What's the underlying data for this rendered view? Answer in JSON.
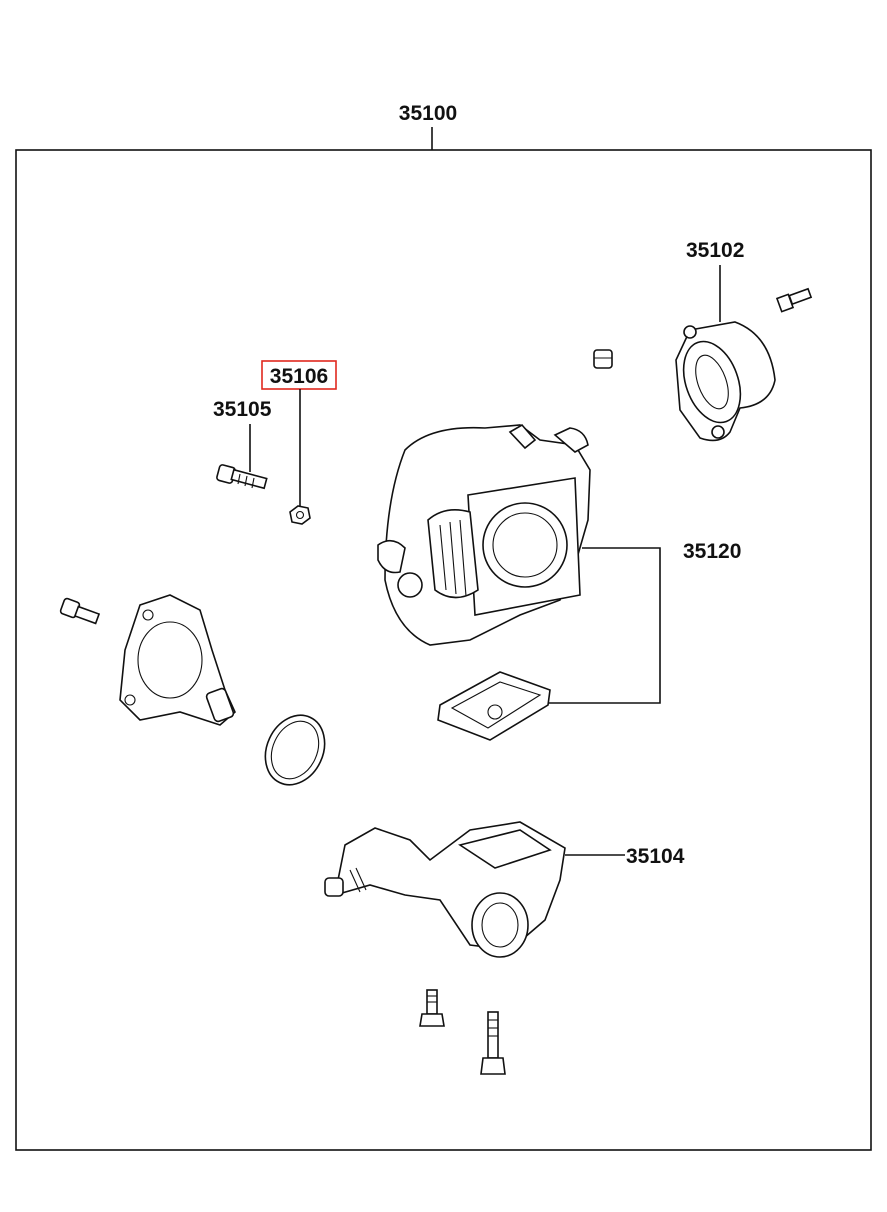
{
  "diagram": {
    "assembly_label": "35100",
    "parts": [
      {
        "id": "35102",
        "label": "35102",
        "highlighted": false
      },
      {
        "id": "35106",
        "label": "35106",
        "highlighted": true
      },
      {
        "id": "35105",
        "label": "35105",
        "highlighted": false
      },
      {
        "id": "35120",
        "label": "35120",
        "highlighted": false
      },
      {
        "id": "35104",
        "label": "35104",
        "highlighted": false
      }
    ],
    "highlight_color": "#e0281e",
    "line_color": "#111111"
  }
}
